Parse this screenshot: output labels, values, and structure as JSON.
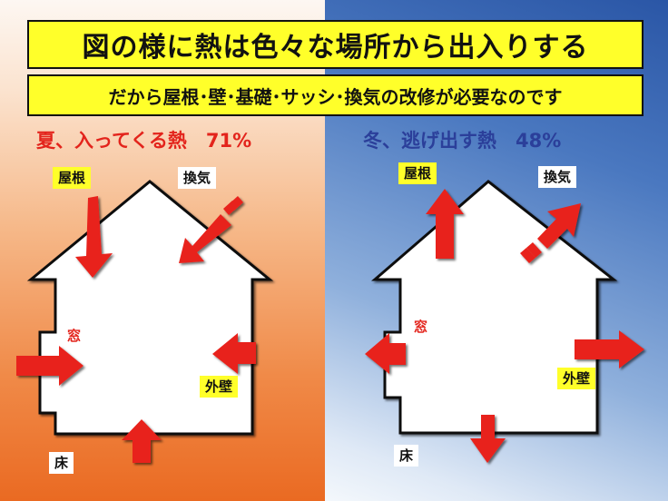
{
  "title": "図の様に熱は色々な場所から出入りする",
  "subtitle": "だから屋根･壁･基礎･サッシ･換気の改修が必要なのです",
  "summer": {
    "heading": "夏、入ってくる熱　71%",
    "labels": {
      "roof": "屋根",
      "ventilation": "換気",
      "window": "窓",
      "exterior_wall": "外壁",
      "floor": "床"
    }
  },
  "winter": {
    "heading": "冬、逃げ出す熱　48%",
    "labels": {
      "roof": "屋根",
      "ventilation": "換気",
      "window": "窓",
      "exterior_wall": "外壁",
      "floor": "床"
    }
  },
  "colors": {
    "arrow": "#e8231b",
    "highlight": "#ffff2a",
    "summer_text": "#e3241c",
    "winter_text": "#2b3f9a"
  }
}
